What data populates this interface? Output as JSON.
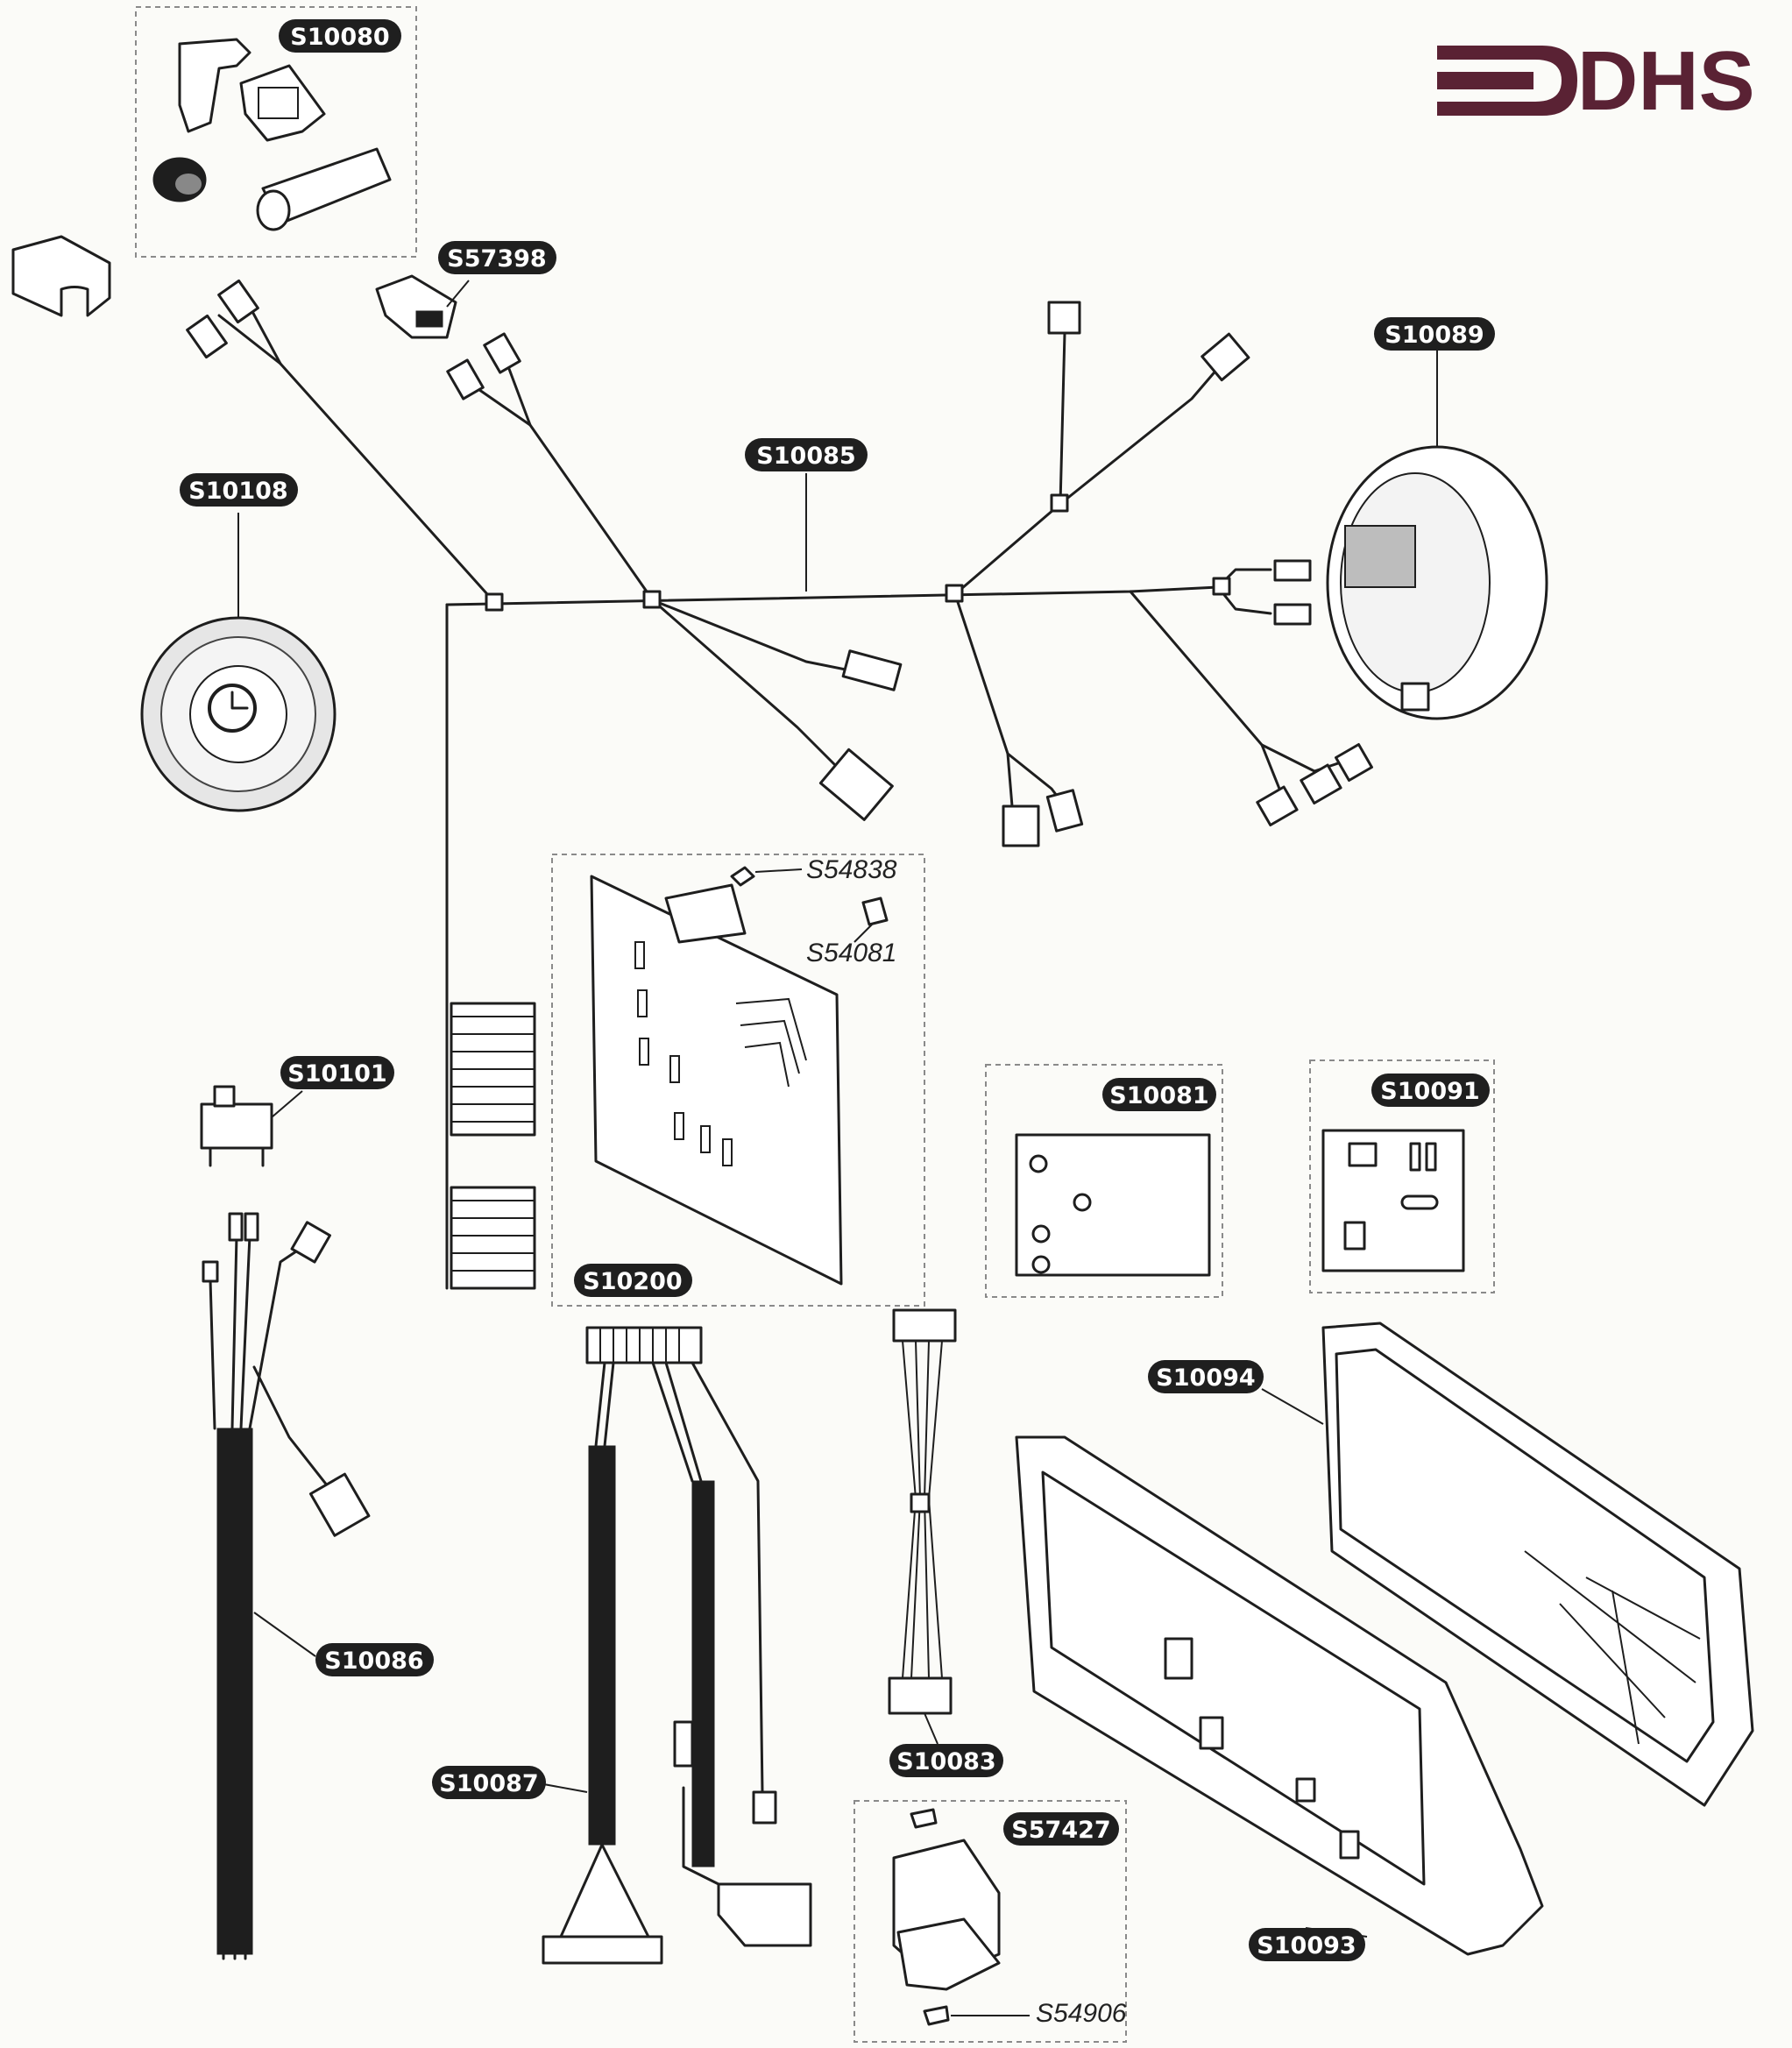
{
  "logo": {
    "text": "DHS",
    "color": "#5a2234"
  },
  "part_labels": {
    "s10080": "S10080",
    "s57398": "S57398",
    "s10089": "S10089",
    "s10085": "S10085",
    "s10108": "S10108",
    "s10101": "S10101",
    "s10081": "S10081",
    "s10091": "S10091",
    "s10200": "S10200",
    "s10094": "S10094",
    "s10086": "S10086",
    "s10087": "S10087",
    "s10083": "S10083",
    "s57427": "S57427",
    "s10093": "S10093"
  },
  "callout_labels": {
    "s54838": "S54838",
    "s54081": "S54081",
    "s54906": "S54906"
  },
  "colors": {
    "label_bg": "#1f1f1f",
    "label_text": "#ffffff",
    "line": "#1e1e1e",
    "page": "#fbfbf8"
  }
}
